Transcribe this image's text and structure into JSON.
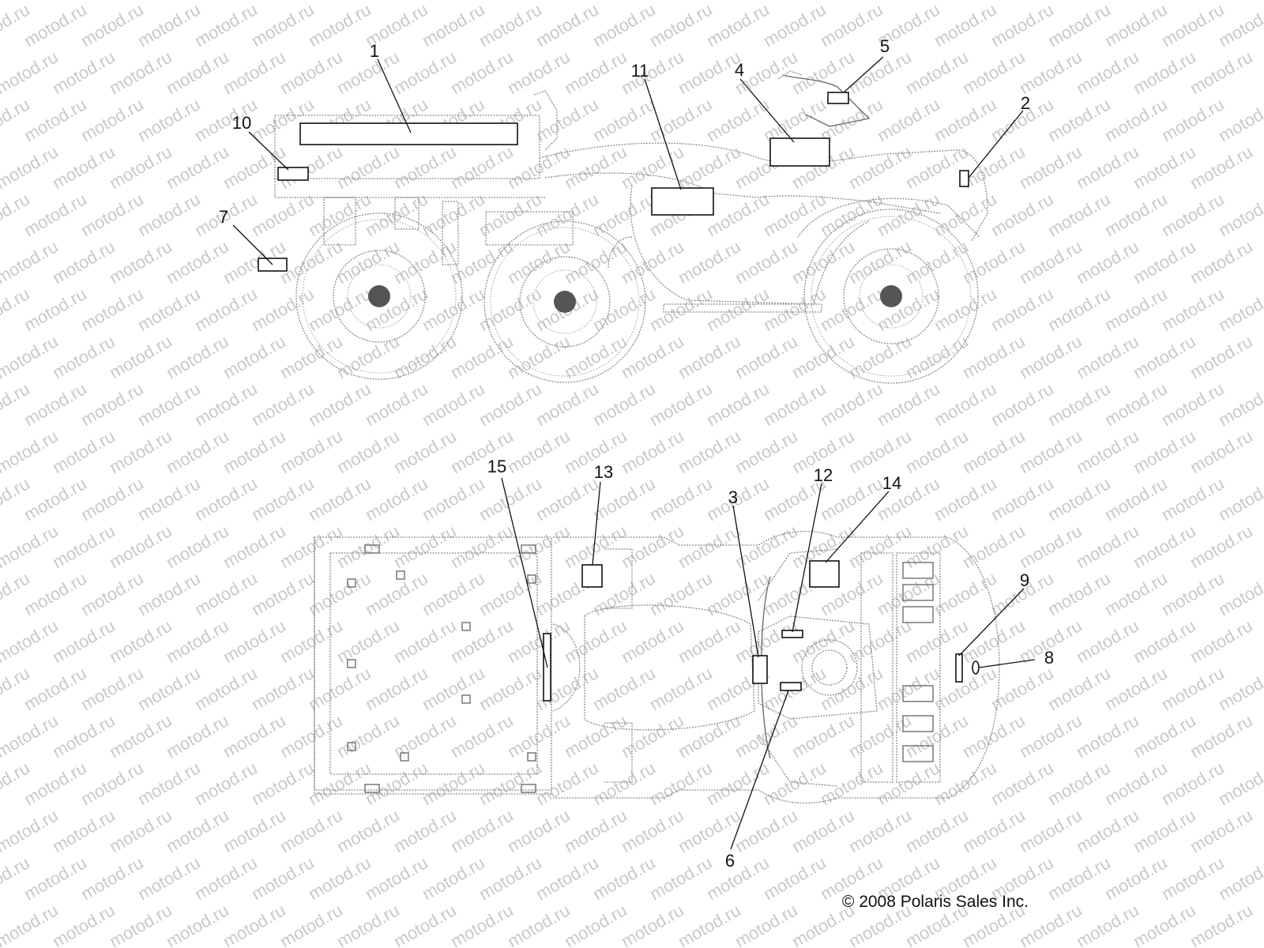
{
  "watermark_text": "motod.ru",
  "copyright": "© 2008 Polaris Sales Inc.",
  "callouts": {
    "c1": "1",
    "c2": "2",
    "c3": "3",
    "c4": "4",
    "c5": "5",
    "c6": "6",
    "c7": "7",
    "c8": "8",
    "c9": "9",
    "c10": "10",
    "c11": "11",
    "c12": "12",
    "c13": "13",
    "c14": "14",
    "c15": "15"
  },
  "colors": {
    "ink": "#111111",
    "line_art": "#8a8a8a",
    "watermark": "#c9c9c9"
  }
}
